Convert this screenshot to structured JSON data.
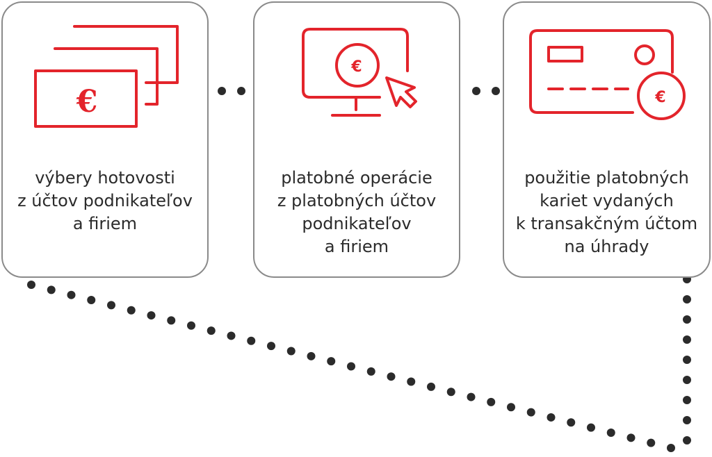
{
  "colors": {
    "accent": "#e3242b",
    "border": "#8a8a8a",
    "text": "#2b2b2b",
    "dots": "#2b2b2b"
  },
  "cards": [
    {
      "icon": "banknotes-euro-icon",
      "symbol": "€",
      "lines": [
        "výbery hotovosti",
        "z účtov podnikateľov",
        "a firiem"
      ]
    },
    {
      "icon": "monitor-euro-cursor-icon",
      "symbol": "€",
      "lines": [
        "platobné operácie",
        "z platobných účtov",
        "podnikateľov",
        "a firiem"
      ]
    },
    {
      "icon": "payment-card-euro-icon",
      "symbol": "€",
      "lines": [
        "použitie platobných",
        "kariet vydaných",
        "k transakčným účtom",
        "na úhrady"
      ]
    }
  ]
}
